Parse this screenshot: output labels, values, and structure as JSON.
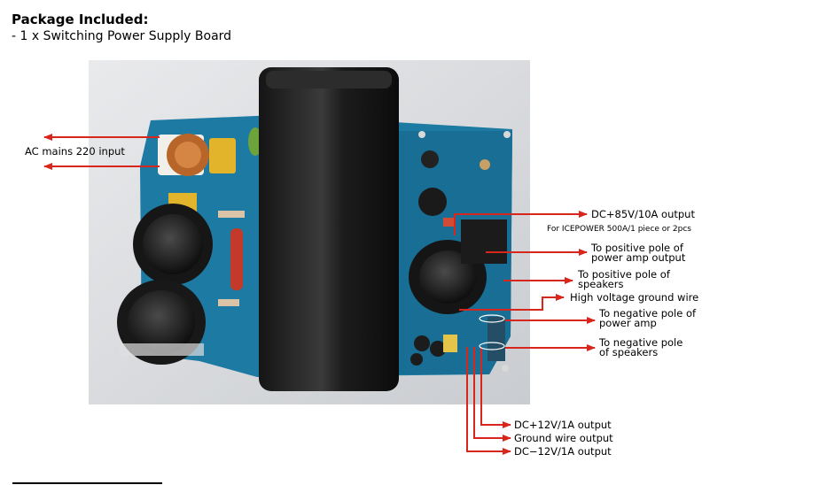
{
  "header": {
    "title": "Package Included:",
    "item": "- 1 x Switching Power Supply Board"
  },
  "annotations": {
    "ac_input": "AC mains 220 input",
    "dc_85v": "DC+85V/10A output",
    "dc_85v_note": "For ICEPOWER 500A/1 piece or 2pcs",
    "pos_amp_1": "To positive pole of",
    "pos_amp_2": "power amp output",
    "pos_spk_1": "To positive pole of",
    "pos_spk_2": "speakers",
    "hv_ground": "High voltage ground wire",
    "neg_amp_1": "To negative pole of",
    "neg_amp_2": "power amp",
    "neg_spk_1": "To negative pole",
    "neg_spk_2": "of speakers",
    "dc_12v_pos": "DC+12V/1A output",
    "ground_out": "Ground wire output",
    "dc_12v_neg": "DC−12V/1A output"
  },
  "colors": {
    "arrow": "#d9261c",
    "pcb": "#1a78a0",
    "background": "#ffffff"
  }
}
